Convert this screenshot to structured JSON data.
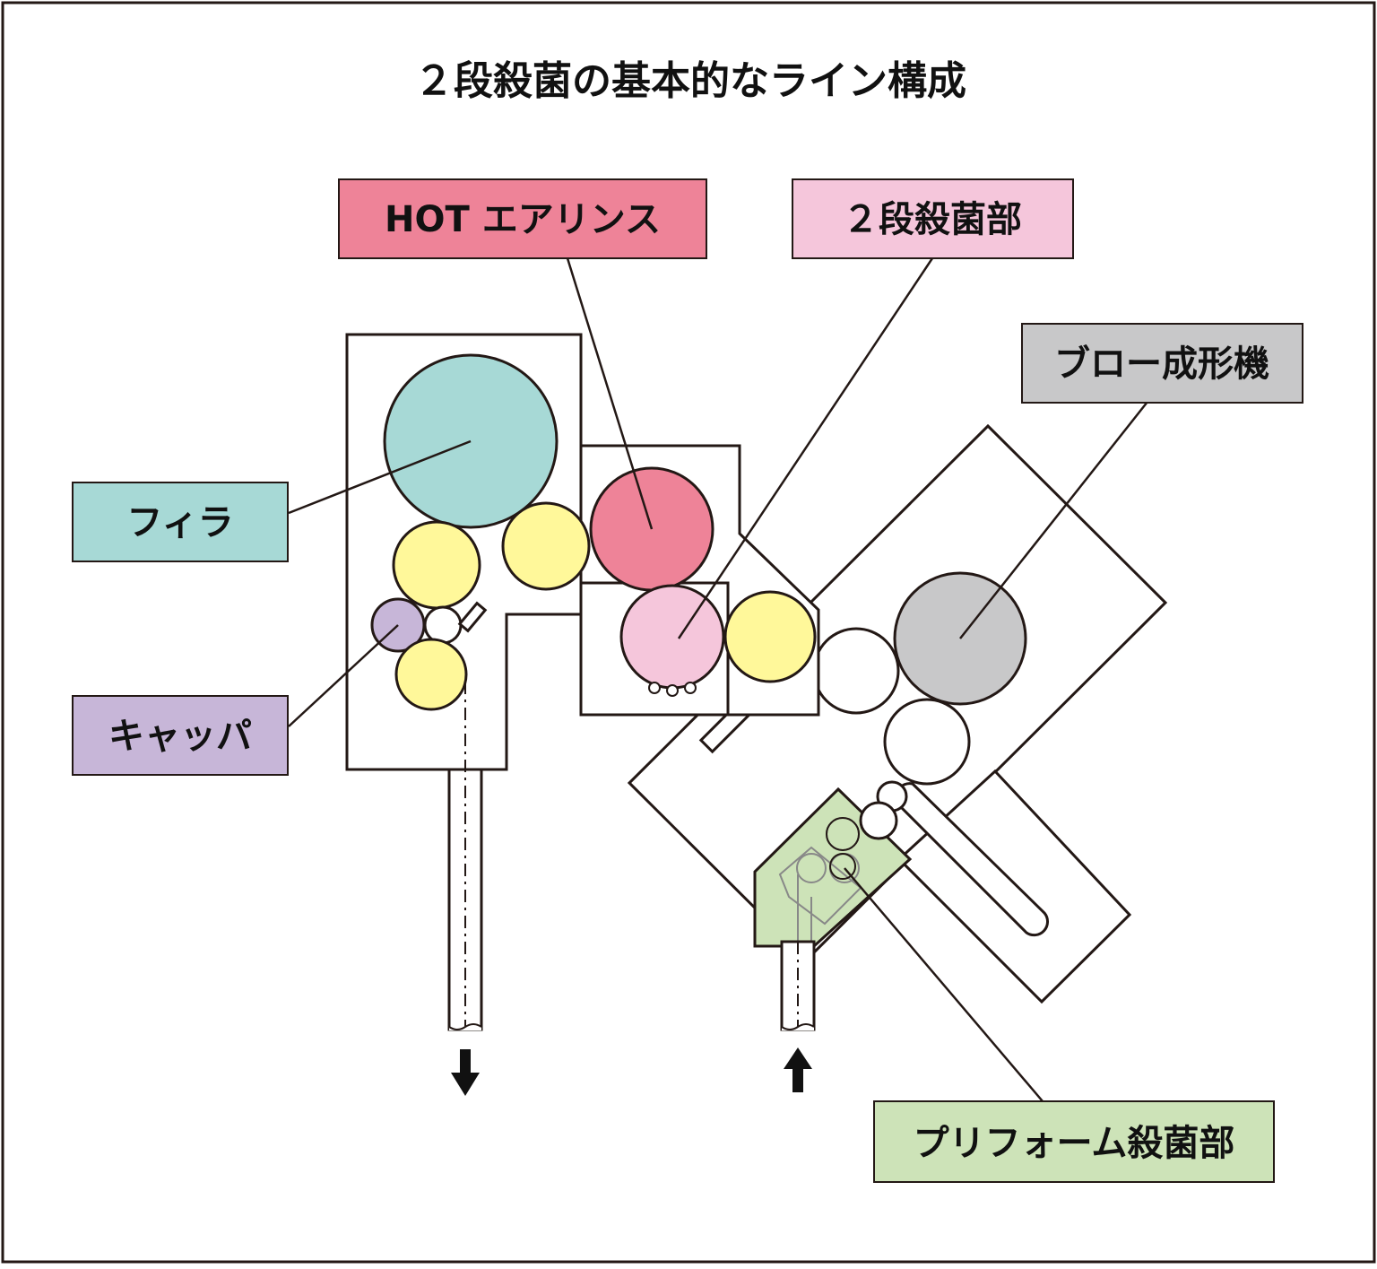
{
  "title": "２段殺菌の基本的なライン構成",
  "labels": {
    "hot_air_rinse": "HOT エアリンス",
    "two_stage_sterilization": "２段殺菌部",
    "blow_molder": "ブロー成形機",
    "filler": "フィラ",
    "capper": "キャッパ",
    "preform_sterilization": "プリフォーム殺菌部"
  },
  "colors": {
    "filler": "#a7d9d6",
    "hot_air_rinse": "#ee8398",
    "two_stage_sterilization": "#f5c6db",
    "blow_molder": "#c8c8c9",
    "capper": "#c7b6d8",
    "preform_sterilization": "#cde3b8",
    "transfer_wheel": "#fff89a",
    "outline": "#231815"
  },
  "flow": {
    "outlet_arrow": "down-arrow-icon",
    "inlet_arrow": "up-arrow-icon"
  }
}
